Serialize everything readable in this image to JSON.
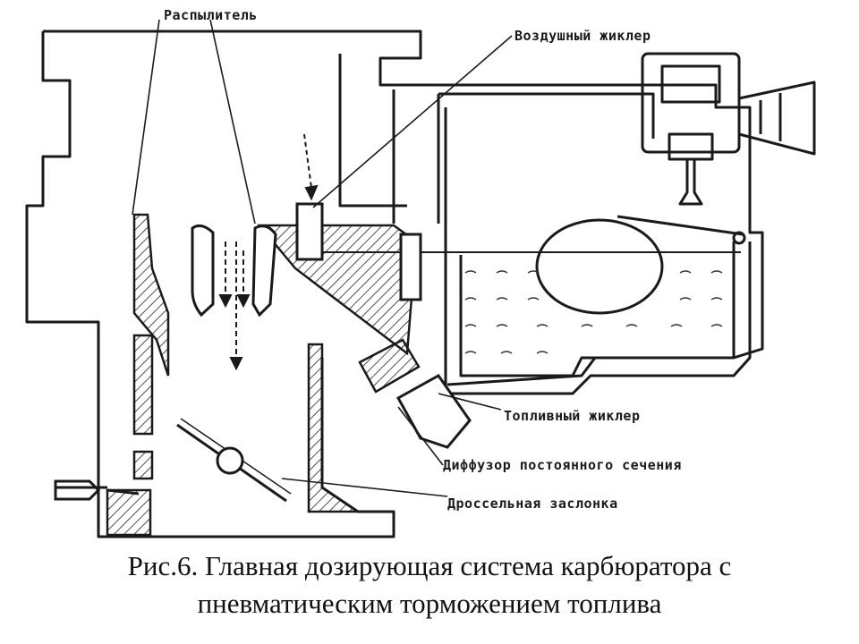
{
  "labels": {
    "atomizer": "Распылитель",
    "air_jet": "Воздушный жиклер",
    "fuel_jet": "Топливный жиклер",
    "diffuser": "Диффузор постоянного сечения",
    "throttle": "Дроссельная заслонка"
  },
  "caption": {
    "line1": "Рис.6. Главная дозирующая система карбюратора с",
    "line2": "пневматическим торможением топлива"
  }
}
